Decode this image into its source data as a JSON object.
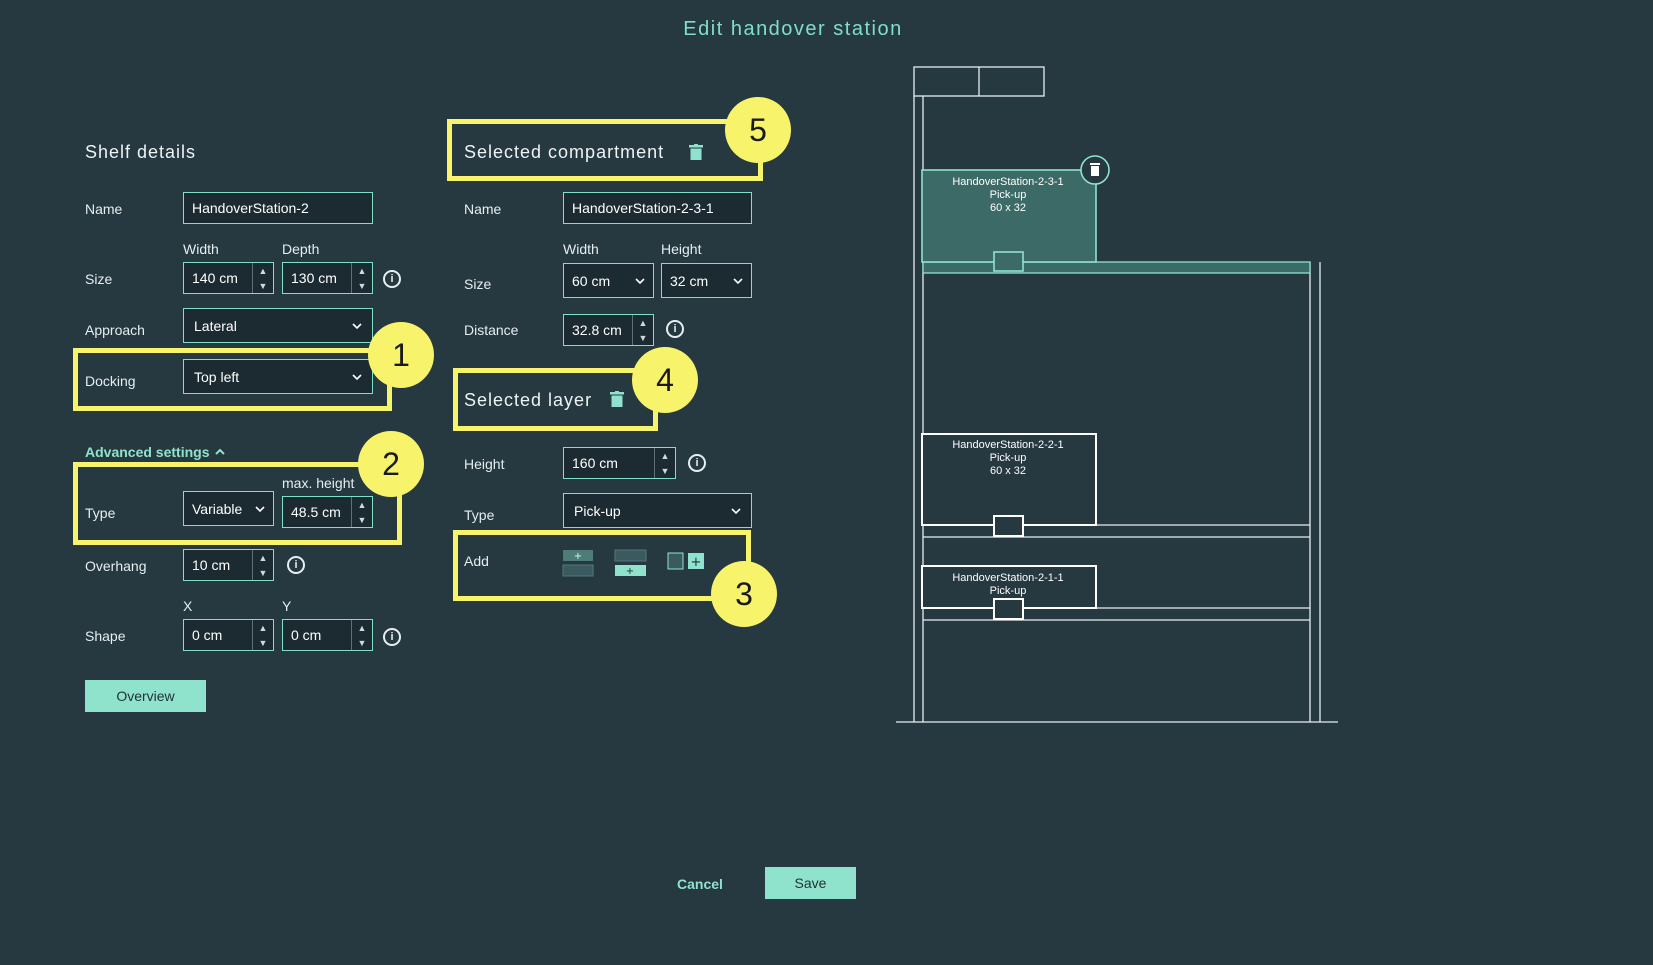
{
  "page_title": "Edit handover station",
  "shelf": {
    "heading": "Shelf details",
    "name_label": "Name",
    "name_value": "HandoverStation-2",
    "size_label": "Size",
    "width_label": "Width",
    "depth_label": "Depth",
    "width_value": "140 cm",
    "depth_value": "130 cm",
    "approach_label": "Approach",
    "approach_value": "Lateral",
    "docking_label": "Docking",
    "docking_value": "Top left",
    "advanced_label": "Advanced settings",
    "type_label": "Type",
    "type_value": "Variable",
    "max_height_label": "max. height",
    "max_height_value": "48.5 cm",
    "overhang_label": "Overhang",
    "overhang_value": "10 cm",
    "shape_label": "Shape",
    "x_label": "X",
    "y_label": "Y",
    "x_value": "0 cm",
    "y_value": "0 cm",
    "overview_button": "Overview"
  },
  "compartment": {
    "heading": "Selected compartment",
    "name_label": "Name",
    "name_value": "HandoverStation-2-3-1",
    "size_label": "Size",
    "width_label": "Width",
    "height_label": "Height",
    "width_value": "60 cm",
    "height_value": "32 cm",
    "distance_label": "Distance",
    "distance_value": "32.8 cm"
  },
  "layer": {
    "heading": "Selected layer",
    "height_label": "Height",
    "height_value": "160 cm",
    "type_label": "Type",
    "type_value": "Pick-up",
    "add_label": "Add"
  },
  "callouts": [
    "1",
    "2",
    "3",
    "4",
    "5"
  ],
  "diagram": {
    "compartments": [
      {
        "name": "HandoverStation-2-3-1",
        "type": "Pick-up",
        "size": "60 x 32",
        "selected": true
      },
      {
        "name": "HandoverStation-2-2-1",
        "type": "Pick-up",
        "size": "60 x 32",
        "selected": false
      },
      {
        "name": "HandoverStation-2-1-1",
        "type": "Pick-up",
        "size": "",
        "selected": false
      }
    ]
  },
  "footer": {
    "cancel": "Cancel",
    "save": "Save"
  },
  "colors": {
    "background": "#263840",
    "accent": "#8fe3cc",
    "highlight": "#f7f36b"
  }
}
